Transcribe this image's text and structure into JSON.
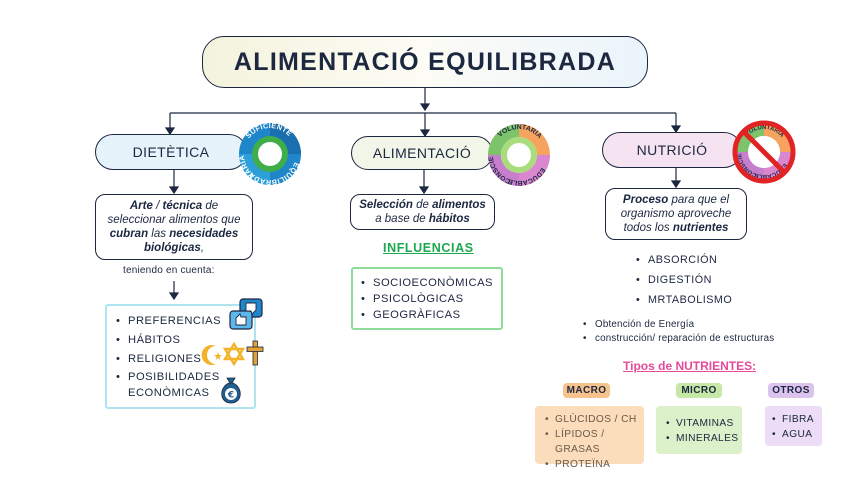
{
  "title": "ALIMENTACIÓ EQUILIBRADA",
  "branches": {
    "dietetica": {
      "heading": "DIETÈTICA",
      "ring": [
        "EQUILIBRADA",
        "VARIADA",
        "SUFICIENTE"
      ],
      "definition": {
        "w1": "Arte",
        "w2": " / ",
        "w3": "técnica",
        "w4": " de",
        "w5": "seleccionar alimentos que",
        "w6": "cubran",
        "w7": " las ",
        "w8": "necesidades",
        "w9": "biológicas",
        "w10": ","
      },
      "note": "teniendo en cuenta:",
      "items": [
        "PREFERENCIAS",
        "HÁBITOS",
        "RELIGIONES",
        "POSIBILIDADES ECONÒMICAS"
      ]
    },
    "alimentacio": {
      "heading": "ALIMENTACIÓ",
      "ring": [
        "EDUCABLE",
        "CONSCIENTE",
        "VOLUNTARIA"
      ],
      "definition": {
        "w1": "Selección",
        "w2": " de ",
        "w3": "alimentos",
        "w4": "a base de ",
        "w5": "hábitos"
      },
      "influences_title": "INFLUENCIAS",
      "influences": [
        "SOCIOECONÒMICAS",
        "PSICOLÒGICAS",
        "GEOGRÀFICAS"
      ]
    },
    "nutricio": {
      "heading": "NUTRICIÓ",
      "ring": [
        "EDUCABLE",
        "CONSCIENTE",
        "VOLUNTARIA"
      ],
      "definition": {
        "w1": "Proceso",
        "w2": " para que el",
        "w3": "organismo aproveche",
        "w4": "todos los ",
        "w5": "nutrientes"
      },
      "steps": [
        "ABSORCIÓN",
        "DIGESTIÓN",
        "MRTABOLISMO"
      ],
      "notes": [
        "Obtención de Energía",
        "construcción/ reparación de estructuras"
      ],
      "nutrients_title": "Tipos de NUTRIENTES:",
      "groups": [
        {
          "label": "MACRO",
          "items": [
            "GLÚCIDOS / CH",
            "LÍPIDOS / GRASAS",
            "PROTEÏNA"
          ],
          "tag_color": "#f6c38d",
          "panel_color": "#fbdcbb"
        },
        {
          "label": "MICRO",
          "items": [
            "VITAMINAS",
            "MINERALES"
          ],
          "tag_color": "#c5e8a6",
          "panel_color": "#dcf0c9"
        },
        {
          "label": "OTROS",
          "items": [
            "FIBRA",
            "AGUA"
          ],
          "tag_color": "#dcc3ee",
          "panel_color": "#ecdcf6"
        }
      ]
    }
  },
  "colors": {
    "outline": "#1c2740",
    "influences": "#1ca84f",
    "nutrients_title": "#e4499a",
    "ring_blue": "#1f86c9",
    "ring_green": "#3fae49",
    "no_sign": "#e02424"
  },
  "icons": [
    "thumbs-up-down-icon",
    "crescent-star-icon",
    "star-of-david-icon",
    "cross-icon",
    "money-bag-icon"
  ]
}
